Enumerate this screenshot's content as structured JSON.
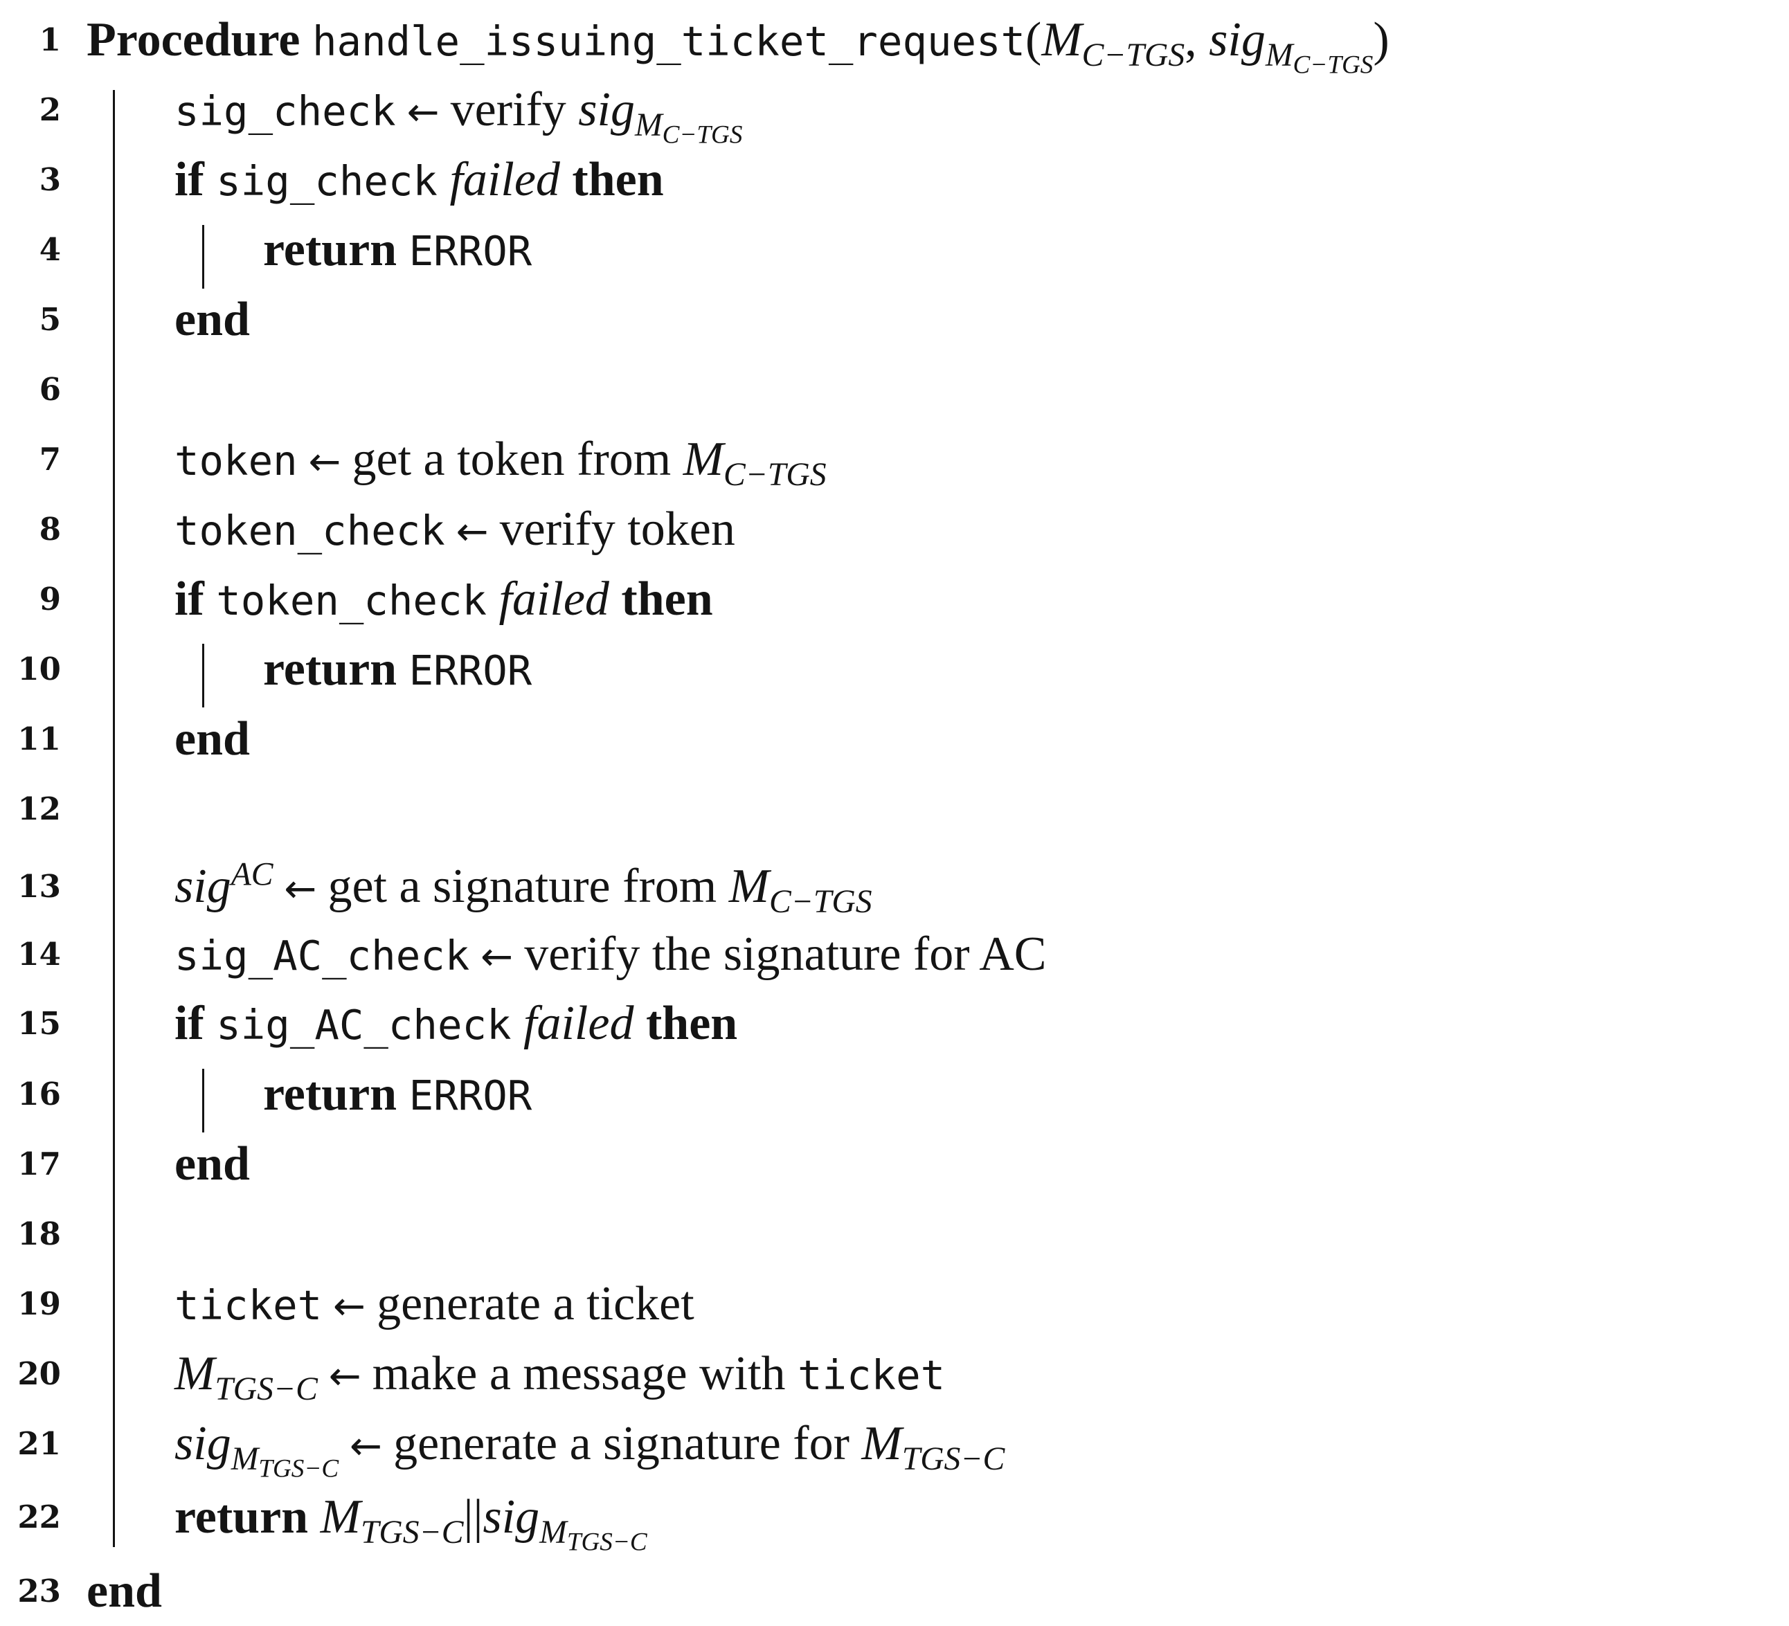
{
  "algorithm": {
    "line_numbers": [
      "1",
      "2",
      "3",
      "4",
      "5",
      "6",
      "7",
      "8",
      "9",
      "10",
      "11",
      "12",
      "13",
      "14",
      "15",
      "16",
      "17",
      "18",
      "19",
      "20",
      "21",
      "22",
      "23"
    ],
    "kw_procedure": "Procedure",
    "proc_name": "handle_issuing_ticket_request",
    "kw_if": "if",
    "kw_then": "then",
    "kw_return": "return",
    "kw_end": "end",
    "failed": "failed",
    "error": "ERROR",
    "arrow": "←",
    "math": {
      "M": "M",
      "sig": "sig",
      "c_tgs": "C−TGS",
      "tgs_c": "TGS−C",
      "ac": "AC",
      "paren_open": "(",
      "paren_close": ")",
      "comma": ",",
      "concat": "||"
    },
    "vars": {
      "sig_check": "sig_check",
      "token": "token",
      "token_check": "token_check",
      "sig_ac_check": "sig_AC_check",
      "ticket": "ticket"
    },
    "text": {
      "verify": "verify",
      "get_token_from": "get a token from",
      "verify_token": "verify token",
      "get_signature_from": "get a signature from",
      "verify_signature_ac": "verify the signature for AC",
      "generate_ticket": "generate a ticket",
      "make_message_with": "make a message with",
      "generate_signature_for": "generate a signature for"
    }
  }
}
